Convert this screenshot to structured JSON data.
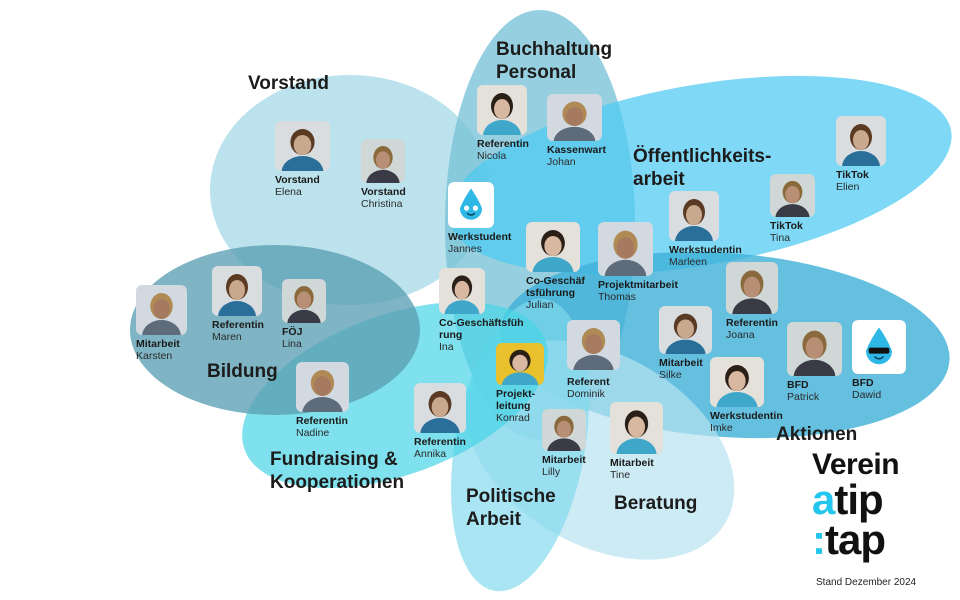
{
  "petals": [
    {
      "id": "vorstand",
      "label": "Vorstand",
      "color": "#a9dbe8"
    },
    {
      "id": "buchhaltung",
      "label": "Buchhaltung\nPersonal",
      "color": "#78c3d7"
    },
    {
      "id": "oeffentlichkeit",
      "label": "Öffentlichkeits-\narbeit",
      "color": "#4dcbf2"
    },
    {
      "id": "aktionen",
      "label": "Aktionen",
      "color": "#3fb0d8"
    },
    {
      "id": "beratung",
      "label": "Beratung",
      "color": "#b7e3ef"
    },
    {
      "id": "politisch",
      "label": "Politische\nArbeit",
      "color": "#82d8ee"
    },
    {
      "id": "fundraising",
      "label": "Fundraising &\nKooperationen",
      "color": "#48d4e6"
    },
    {
      "id": "bildung",
      "label": "Bildung",
      "color": "#5a9fb2"
    }
  ],
  "people": [
    {
      "role": "Vorstand",
      "name": "Elena",
      "icon": "person-photo"
    },
    {
      "role": "Vorstand",
      "name": "Christina",
      "icon": "person-photo"
    },
    {
      "role": "Referentin",
      "name": "Nicola",
      "icon": "person-photo"
    },
    {
      "role": "Kassenwart",
      "name": "Johan",
      "icon": "person-photo"
    },
    {
      "role": "TikTok",
      "name": "Elien",
      "icon": "person-photo"
    },
    {
      "role": "TikTok",
      "name": "Tina",
      "icon": "person-photo"
    },
    {
      "role": "Werkstudent",
      "name": "Jannes",
      "icon": "water-drop-mascot-icon"
    },
    {
      "role": "Co-Geschäf\ntsführung",
      "name": "Julian",
      "icon": "person-photo"
    },
    {
      "role": "Projektmitarbeit",
      "name": "Thomas",
      "icon": "person-photo"
    },
    {
      "role": "Werkstudentin",
      "name": "Marleen",
      "icon": "person-photo"
    },
    {
      "role": "Referentin",
      "name": "Joana",
      "icon": "person-photo"
    },
    {
      "role": "Co-Geschäftsfüh\nrung",
      "name": "Ina",
      "icon": "person-photo"
    },
    {
      "role": "Referent",
      "name": "Dominik",
      "icon": "person-photo"
    },
    {
      "role": "Mitarbeit",
      "name": "Silke",
      "icon": "person-photo"
    },
    {
      "role": "BFD",
      "name": "Patrick",
      "icon": "person-photo"
    },
    {
      "role": "BFD",
      "name": "Dawid",
      "icon": "water-drop-mascot-icon"
    },
    {
      "role": "Werkstudentin",
      "name": "Imke",
      "icon": "person-photo"
    },
    {
      "role": "Mitarbeit",
      "name": "Karsten",
      "icon": "person-photo"
    },
    {
      "role": "Referentin",
      "name": "Maren",
      "icon": "person-photo"
    },
    {
      "role": "FÖJ",
      "name": "Lina",
      "icon": "person-photo"
    },
    {
      "role": "Projekt-\nleitung",
      "name": "Konrad",
      "icon": "person-photo"
    },
    {
      "role": "Referentin",
      "name": "Nadine",
      "icon": "person-photo"
    },
    {
      "role": "Referentin",
      "name": "Annika",
      "icon": "person-photo"
    },
    {
      "role": "Mitarbeit",
      "name": "Lilly",
      "icon": "person-photo"
    },
    {
      "role": "Mitarbeit",
      "name": "Tine",
      "icon": "person-photo"
    }
  ],
  "logo": {
    "line1": "Verein",
    "line2_accent": "a",
    "line2": "tip",
    "line3_accent": ":",
    "line3": "tap"
  },
  "stand": "Stand Dezember 2024"
}
